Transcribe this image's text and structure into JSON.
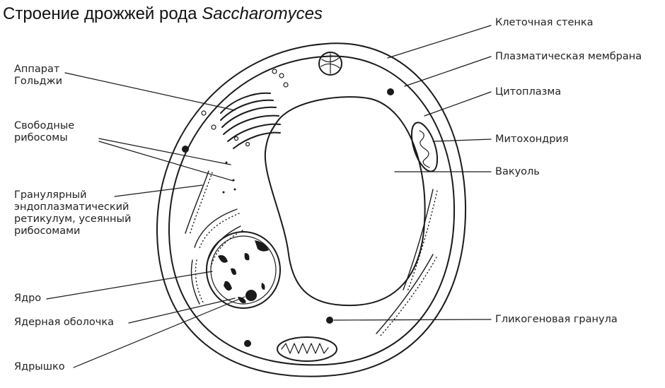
{
  "title": {
    "main": "Строение дрожжей рода",
    "genus": "Saccharomyces"
  },
  "labels": {
    "golgi": "Аппарат\nГольджи",
    "ribosomes": "Свободные\nрибосомы",
    "er": "Гранулярный\nэндоплазматический\nретикулум, усеянный\nрибосомами",
    "nucleus": "Ядро",
    "nuclear_envelope": "Ядерная оболочка",
    "nucleolus": "Ядрышко",
    "cell_wall": "Клеточная стенка",
    "plasma_membrane": "Плазматическая мембрана",
    "cytoplasm": "Цитоплазма",
    "mitochondrion": "Митохондрия",
    "vacuole": "Вакуоль",
    "glycogen": "Гликогеновая гранула"
  },
  "colors": {
    "line": "#1a1a1a",
    "background": "#ffffff"
  }
}
